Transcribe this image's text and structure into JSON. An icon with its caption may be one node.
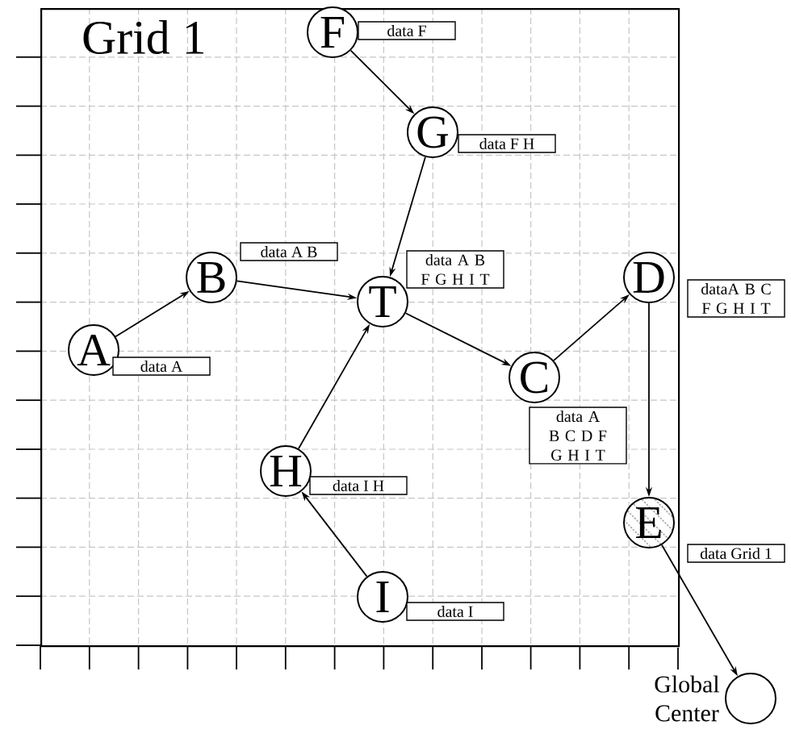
{
  "diagram": {
    "nodes": [
      {
        "text": [
          "Grid 1"
        ]
      },
      {
        "text": [
          "A"
        ],
        "in": 0
      },
      {
        "text": [
          "B"
        ],
        "in": 0
      },
      {
        "text": [
          "T"
        ],
        "in": 0
      },
      {
        "text": [
          "C"
        ],
        "in": 0
      },
      {
        "text": [
          "D"
        ],
        "in": 0
      },
      {
        "text": [
          "E"
        ],
        "in": 0
      },
      {
        "text": [
          "F"
        ],
        "in": 0
      },
      {
        "text": [
          "G"
        ],
        "in": 0
      },
      {
        "text": [
          "H"
        ],
        "in": 0
      },
      {
        "text": [
          "I"
        ],
        "in": 0
      },
      {
        "text": [
          "Global Center"
        ]
      },
      {
        "text": [
          "data F"
        ],
        "in": 0
      },
      {
        "text": [
          "data F H"
        ],
        "in": 0
      },
      {
        "text": [
          "data A B"
        ],
        "in": 0
      },
      {
        "text": [
          "data A B F G H I T"
        ],
        "in": 0
      },
      {
        "text": [
          "dataA B C F G H I T"
        ]
      },
      {
        "text": [
          "data A"
        ],
        "in": 0
      },
      {
        "text": [
          "data A B C D F G H I T"
        ],
        "in": 0
      },
      {
        "text": [
          "data I H"
        ],
        "in": 0
      },
      {
        "text": [
          "data Grid 1"
        ]
      },
      {
        "text": [
          "data I"
        ],
        "in": 0
      }
    ],
    "edges": [
      {
        "from": 1,
        "to": 2,
        "arrow": "to"
      },
      {
        "from": 2,
        "to": 3,
        "arrow": "to"
      },
      {
        "from": 7,
        "to": 8,
        "arrow": "to"
      },
      {
        "from": 8,
        "to": 3,
        "arrow": "to"
      },
      {
        "from": 9,
        "to": 3,
        "arrow": "to"
      },
      {
        "from": 10,
        "to": 9,
        "arrow": "to"
      },
      {
        "from": 3,
        "to": 4,
        "arrow": "to"
      },
      {
        "from": 4,
        "to": 5,
        "arrow": "to"
      },
      {
        "from": 5,
        "to": 6,
        "arrow": "to"
      },
      {
        "from": 6,
        "to": 11,
        "arrow": "to"
      }
    ]
  }
}
